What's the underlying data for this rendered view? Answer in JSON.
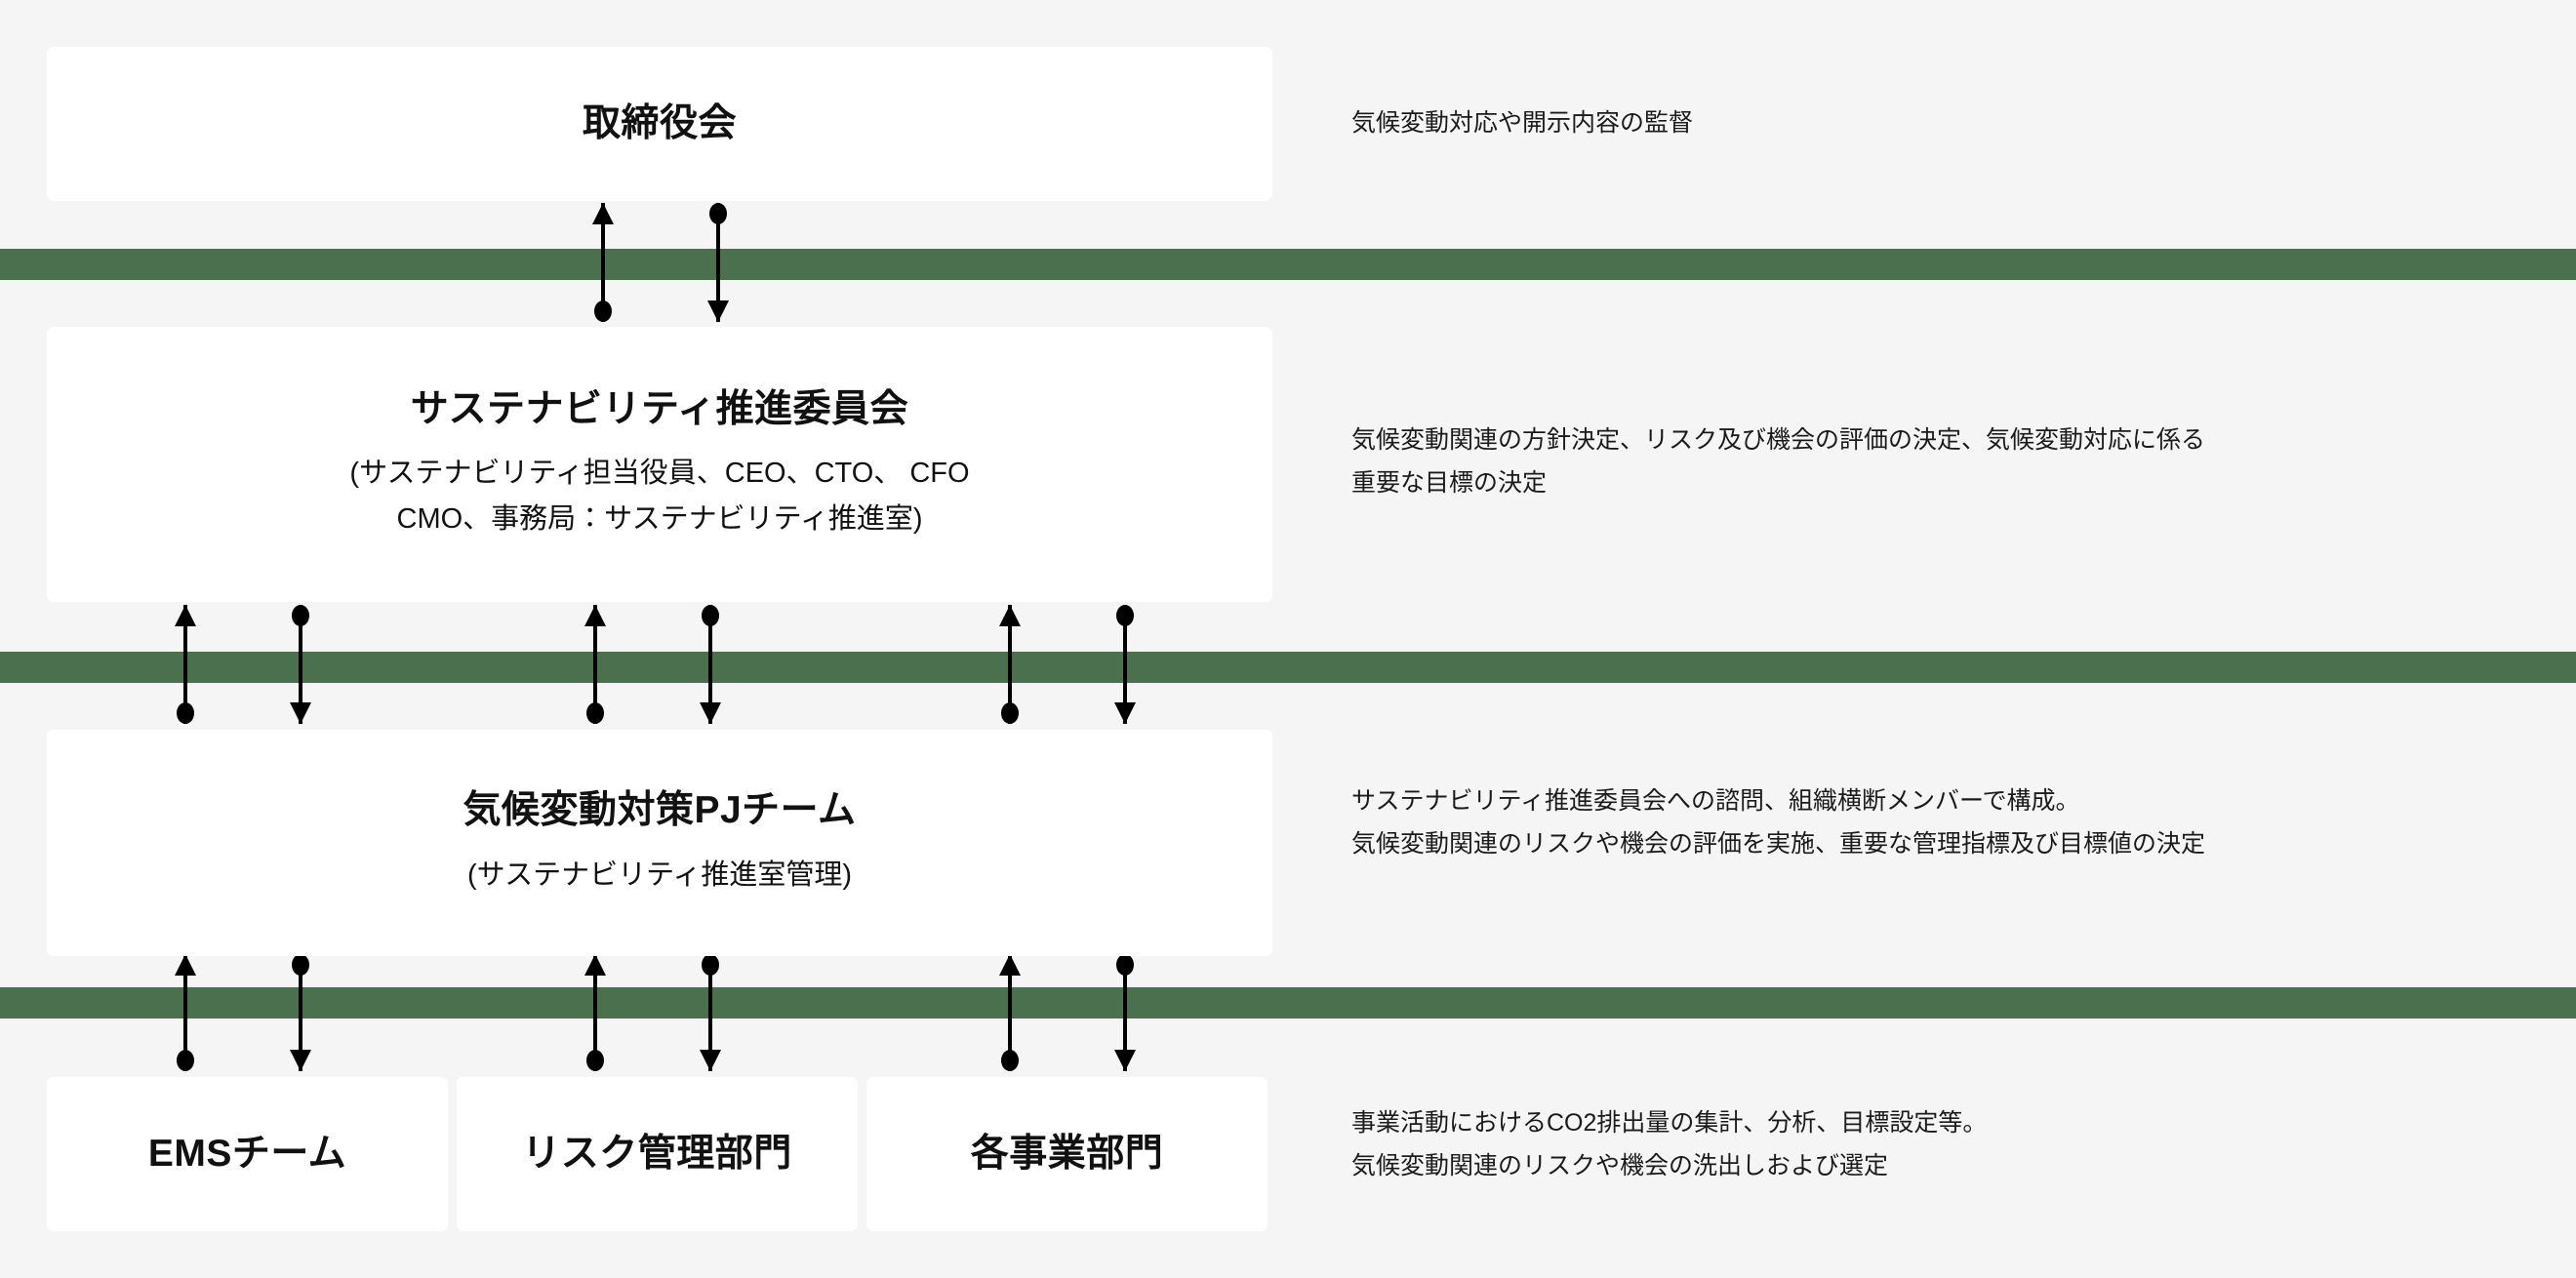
{
  "theme": {
    "page_background": "#f5f5f5",
    "card_background": "#ffffff",
    "band_color": "#4a704d",
    "text_color": "#111111"
  },
  "diagram": {
    "rows": [
      {
        "id": "board",
        "title": "取締役会",
        "subtitle_lines": [],
        "description_lines": [
          "気候変動対応や開示内容の監督"
        ]
      },
      {
        "id": "committee",
        "title": "サステナビリティ推進委員会",
        "subtitle_lines": [
          "(サステナビリティ担当役員、CEO、CTO、 CFO",
          "CMO、事務局：サステナビリティ推進室)"
        ],
        "description_lines": [
          "気候変動関連の方針決定、リスク及び機会の評価の決定、気候変動対応に係る",
          "重要な目標の決定"
        ]
      },
      {
        "id": "pj",
        "title": "気候変動対策PJチーム",
        "subtitle_lines": [
          "(サステナビリティ推進室管理)"
        ],
        "description_lines": [
          "サステナビリティ推進委員会への諮問、組織横断メンバーで構成。",
          "気候変動関連のリスクや機会の評価を実施、重要な管理指標及び目標値の決定"
        ]
      },
      {
        "id": "departments",
        "title": "",
        "subtitle_lines": [],
        "description_lines": [
          "事業活動におけるCO2排出量の集計、分析、目標設定等。",
          "気候変動関連のリスクや機会の洗出しおよび選定"
        ]
      }
    ],
    "department_boxes": [
      {
        "id": "ems",
        "title": "EMSチーム"
      },
      {
        "id": "risk",
        "title": "リスク管理部門"
      },
      {
        "id": "biz",
        "title": "各事業部門"
      }
    ],
    "bands": [
      {
        "id": "band-1"
      },
      {
        "id": "band-2"
      },
      {
        "id": "band-3"
      }
    ],
    "connectors": [
      {
        "id": "board-to-committee-up",
        "direction": "up"
      },
      {
        "id": "board-to-committee-down",
        "direction": "down"
      },
      {
        "id": "committee-to-pj-up-1",
        "direction": "up"
      },
      {
        "id": "committee-to-pj-down-1",
        "direction": "down"
      },
      {
        "id": "committee-to-pj-up-2",
        "direction": "up"
      },
      {
        "id": "committee-to-pj-down-2",
        "direction": "down"
      },
      {
        "id": "committee-to-pj-up-3",
        "direction": "up"
      },
      {
        "id": "committee-to-pj-down-3",
        "direction": "down"
      },
      {
        "id": "pj-to-ems-up",
        "direction": "up"
      },
      {
        "id": "pj-to-ems-down",
        "direction": "down"
      },
      {
        "id": "pj-to-risk-up",
        "direction": "up"
      },
      {
        "id": "pj-to-risk-down",
        "direction": "down"
      },
      {
        "id": "pj-to-biz-up",
        "direction": "up"
      },
      {
        "id": "pj-to-biz-down",
        "direction": "down"
      }
    ]
  }
}
